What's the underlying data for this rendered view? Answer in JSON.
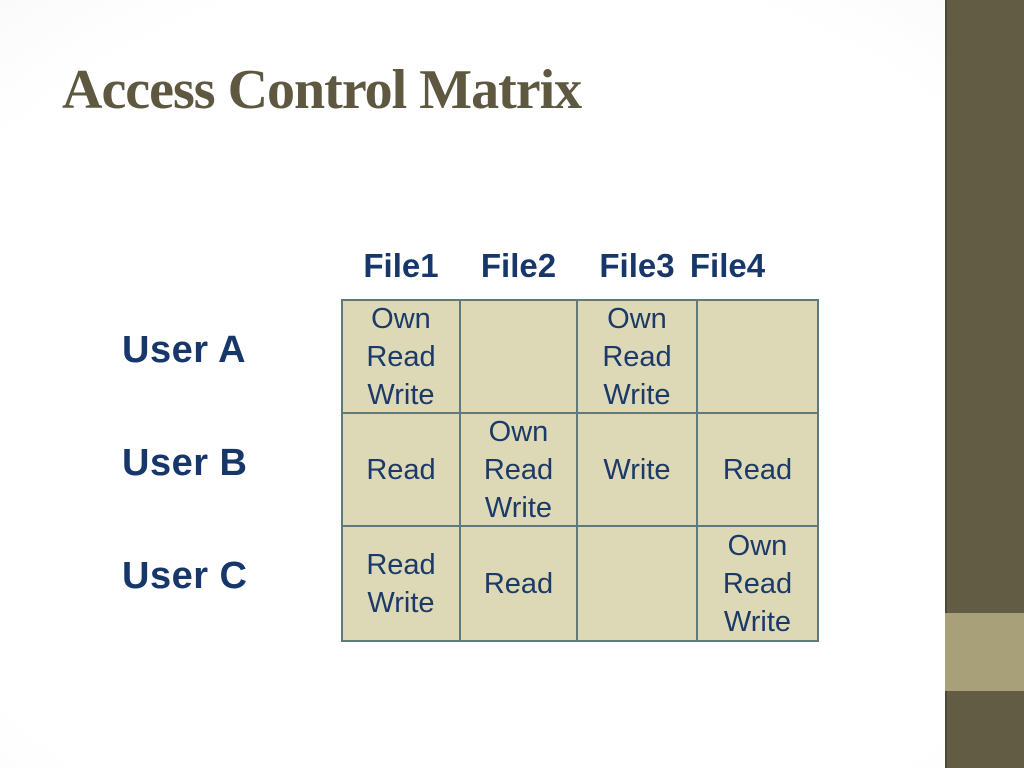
{
  "slide": {
    "title": "Access Control Matrix",
    "colors": {
      "title_text": "#5f5840",
      "sidebar_band": "#635c45",
      "sidebar_accent": "#a7a079",
      "cell_background": "#ddd8b6",
      "table_border": "#5f7a78",
      "table_text": "#1c3a68",
      "header_text": "#17376a"
    }
  },
  "matrix": {
    "col_headers": [
      "File1",
      "File2",
      "File3",
      "File4"
    ],
    "row_headers": [
      "User A",
      "User B",
      "User C"
    ],
    "cells": [
      [
        "Own\nRead\nWrite",
        "",
        "Own\nRead\nWrite",
        ""
      ],
      [
        "Read",
        "Own\nRead\nWrite",
        "Write",
        "Read"
      ],
      [
        "Read\nWrite",
        "Read",
        "",
        "Own\nRead\nWrite"
      ]
    ]
  }
}
